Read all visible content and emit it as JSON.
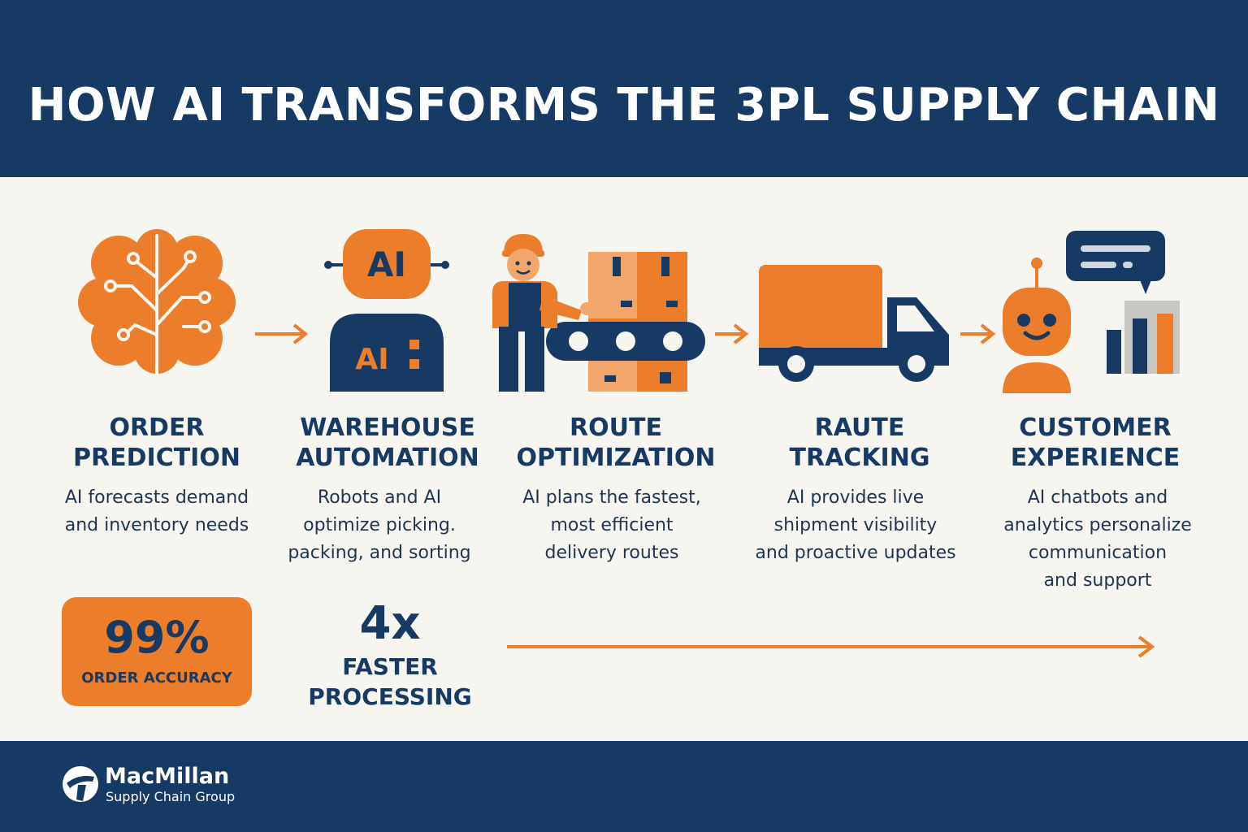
{
  "header": {
    "title": "HOW AI TRANSFORMS THE 3PL SUPPLY CHAIN"
  },
  "colors": {
    "navy": "#163a64",
    "orange": "#ec7d2a",
    "light_orange": "#f2a66b",
    "background": "#f7f5ef"
  },
  "steps": [
    {
      "icon": "brain-circuit-icon",
      "title": "ORDER\nPREDICTION",
      "description": "AI forecasts demand\nand inventory needs"
    },
    {
      "icon": "ai-robot-icon",
      "icon_labels": [
        "AI",
        "AI"
      ],
      "title": "WAREHOUSE\nAUTOMATION",
      "description": "Robots and AI\noptimize picking.\npacking, and sorting"
    },
    {
      "icon": "worker-conveyor-icon",
      "title": "ROUTE\nOPTIMIZATION",
      "description": "AI plans the fastest,\nmost efficient\ndelivery routes"
    },
    {
      "icon": "delivery-truck-icon",
      "title": "RAUTE\nTRACKING",
      "description": "AI provides live\nshipment visibility\nand proactive updates"
    },
    {
      "icon": "chatbot-analytics-icon",
      "title": "CUSTOMER\nEXPERIENCE",
      "description": "AI chatbots and\nanalytics personalize\ncommunication\nand support"
    }
  ],
  "stats": [
    {
      "value": "99%",
      "label": "ORDER ACCURACY"
    },
    {
      "value": "4x",
      "label": "FASTER\nPROCESSING"
    }
  ],
  "footer": {
    "brand_name": "MacMillan",
    "brand_sub": "Supply Chain Group",
    "logo_icon": "macmillan-logo-icon"
  }
}
